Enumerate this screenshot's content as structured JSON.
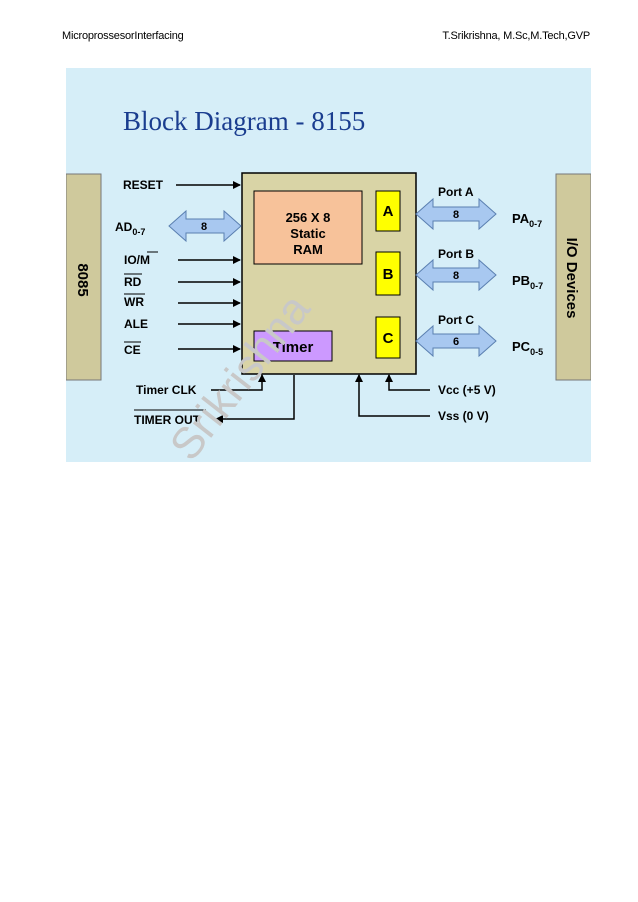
{
  "header": {
    "left": "MicroprossesorInterfacing",
    "right": "T.Srikrishna, M.Sc,M.Tech,GVP"
  },
  "watermark": "Srikrishna",
  "diagram": {
    "title": "Block Diagram - 8155",
    "left_block": "8085",
    "right_block": "I/O Devices",
    "ram": {
      "line1": "256 X 8",
      "line2": "Static",
      "line3": "RAM"
    },
    "timer": "Timer",
    "ports": {
      "a": "A",
      "b": "B",
      "c": "C"
    },
    "signals": {
      "reset": "RESET",
      "ad": "AD",
      "ad_sub": "0-7",
      "ad_width": "8",
      "io_m": "IO/",
      "io_m_bar": "M",
      "rd": "RD",
      "wr": "WR",
      "ale": "ALE",
      "ce": "CE",
      "timer_clk": "Timer CLK",
      "timer_out": "TIMER OUT",
      "vcc": "Vcc (+5 V)",
      "vss": "Vss (0 V)"
    },
    "port_labels": {
      "a": "Port A",
      "a_width": "8",
      "b": "Port B",
      "b_width": "8",
      "c": "Port C",
      "c_width": "6"
    },
    "port_pins": {
      "pa": "PA",
      "pa_sub": "0-7",
      "pb": "PB",
      "pb_sub": "0-7",
      "pc": "PC",
      "pc_sub": "0-5"
    },
    "colors": {
      "background": "#d6eef8",
      "side_block": "#cfc99c",
      "chip": "#d9d4a6",
      "ram": "#f7c29a",
      "timer": "#cc99ff",
      "port": "#ffff00",
      "arrow": "#a8c8f0",
      "title": "#1a3d8f"
    }
  }
}
